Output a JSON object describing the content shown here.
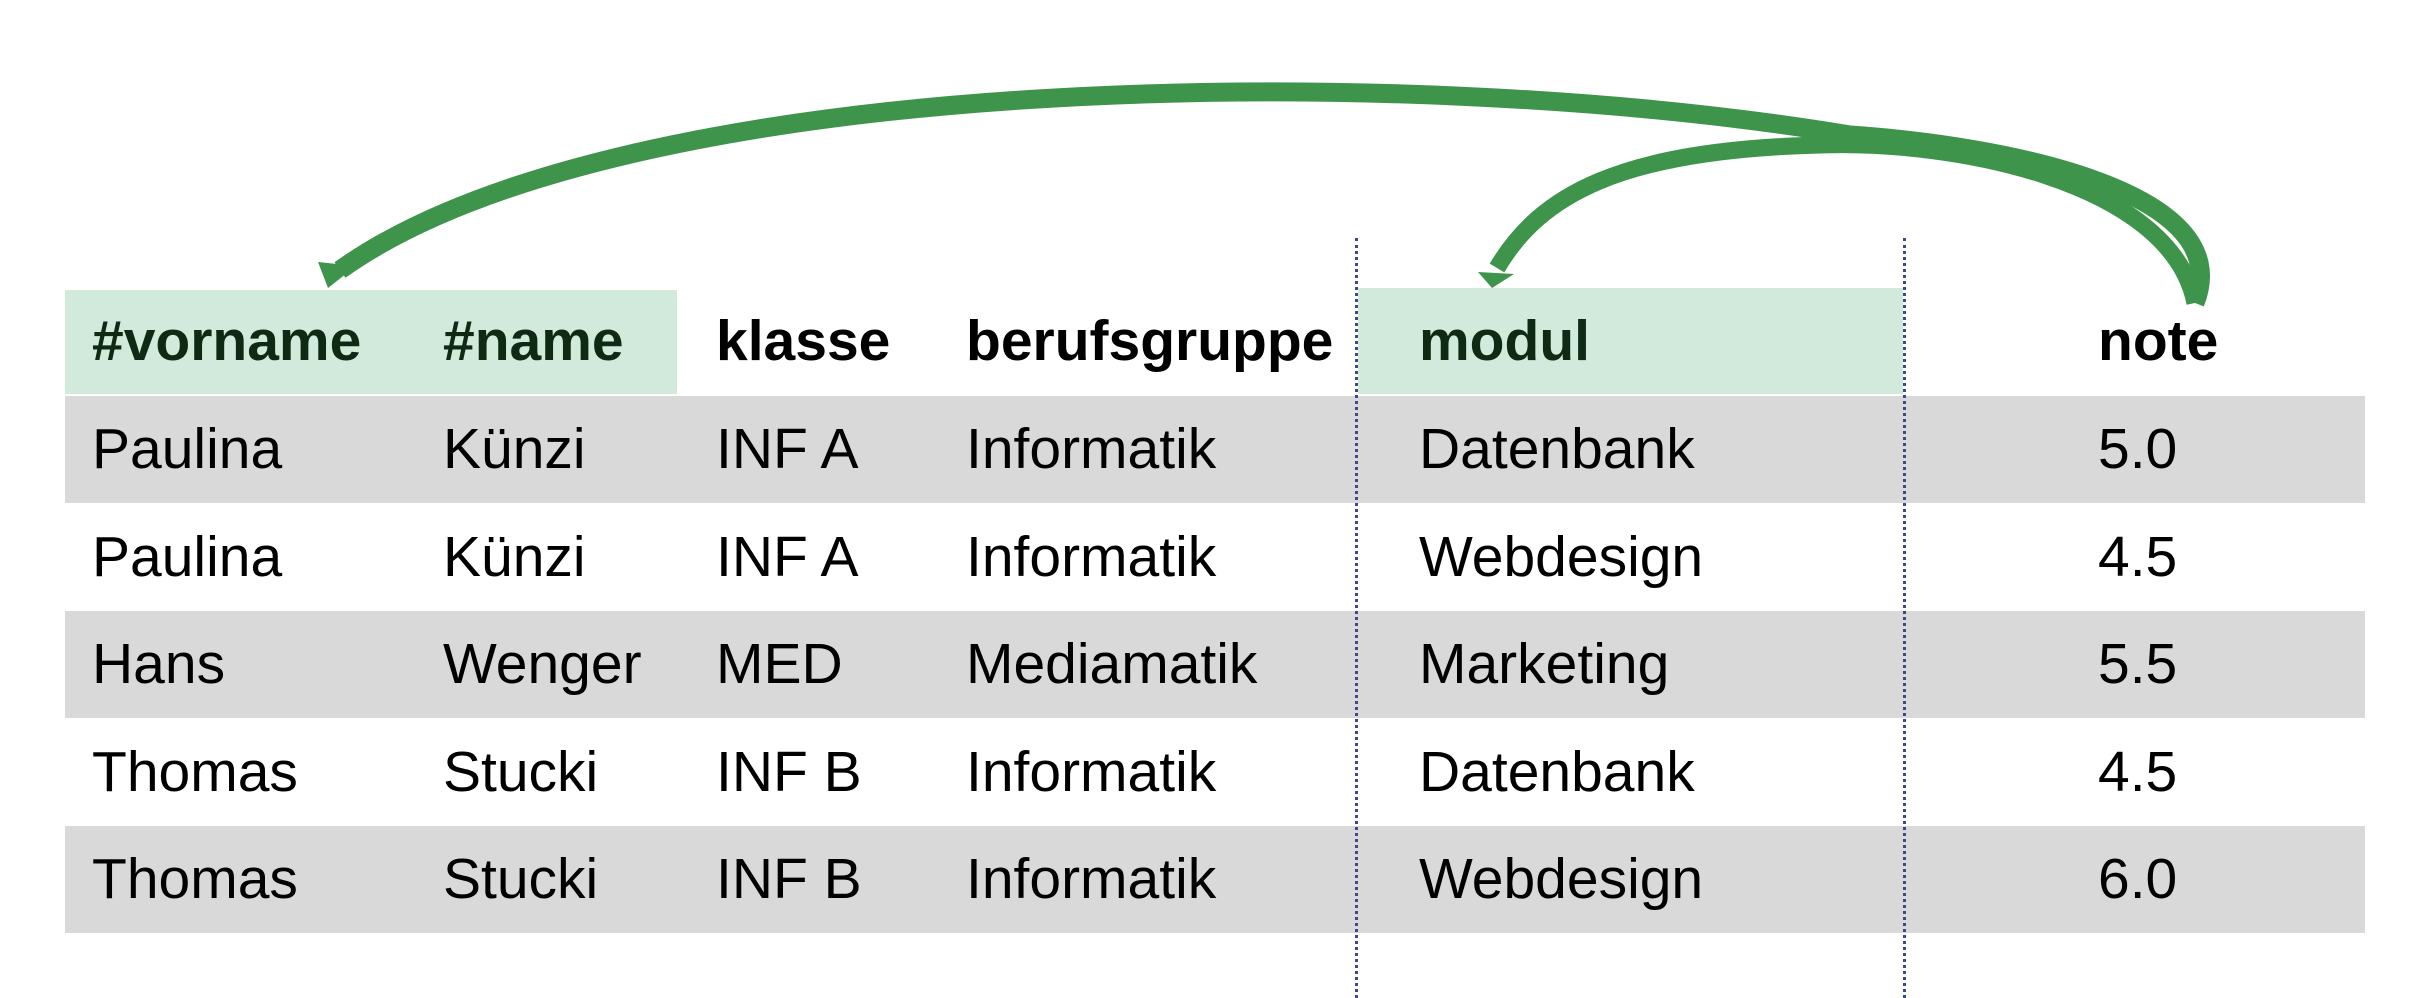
{
  "table": {
    "columns": [
      "#vorname",
      "#name",
      "klasse",
      "berufsgruppe",
      "modul",
      "note"
    ],
    "rows": [
      [
        "Paulina",
        "Künzi",
        "INF A",
        "Informatik",
        "Datenbank",
        "5.0"
      ],
      [
        "Paulina",
        "Künzi",
        "INF A",
        "Informatik",
        "Webdesign",
        "4.5"
      ],
      [
        "Hans",
        "Wenger",
        "MED",
        "Mediamatik",
        "Marketing",
        "5.5"
      ],
      [
        "Thomas",
        "Stucki",
        "INF B",
        "Informatik",
        "Datenbank",
        "4.5"
      ],
      [
        "Thomas",
        "Stucki",
        "INF B",
        "Informatik",
        "Webdesign",
        "6.0"
      ]
    ]
  },
  "colors": {
    "key_highlight": "#d2eadb",
    "arrow": "#3f944c",
    "row_stripe": "#d9d9d9",
    "divider": "#3a4a8a"
  }
}
